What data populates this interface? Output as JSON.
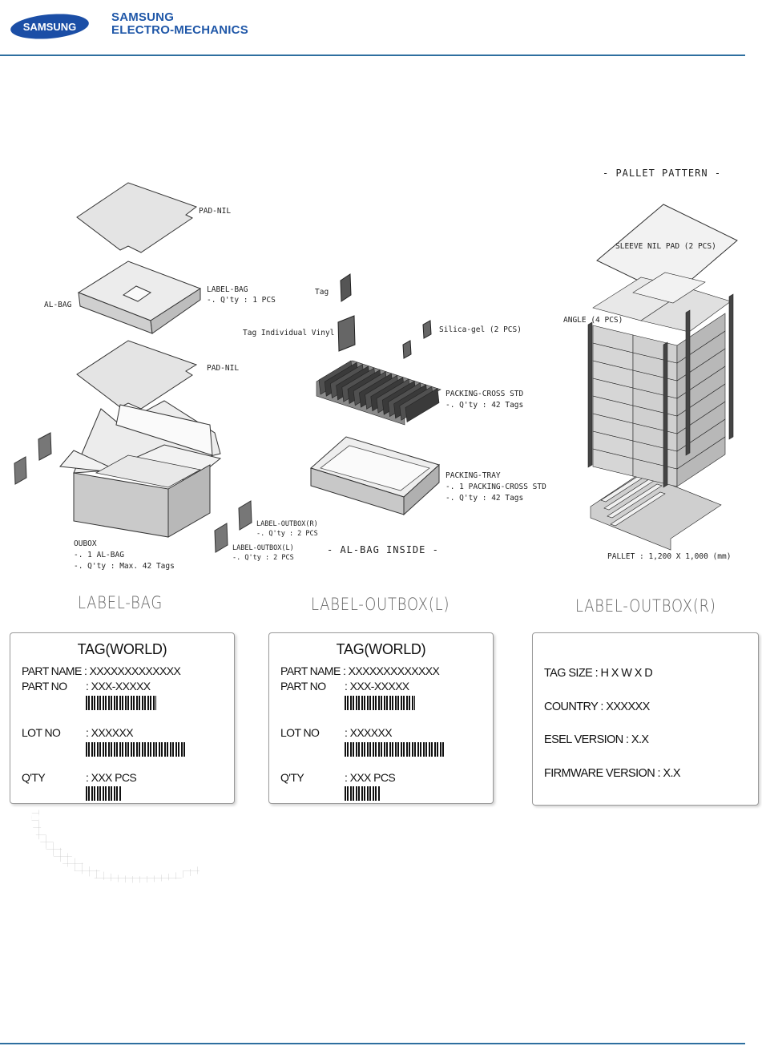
{
  "header": {
    "logo_text": "SAMSUNG",
    "brand_line1": "SAMSUNG",
    "brand_line2": "ELECTRO-MECHANICS"
  },
  "diagram": {
    "pallet_pattern": "- PALLET PATTERN -",
    "al_bag_inside": "- AL-BAG INSIDE -",
    "pad_nil_1": "PAD-NIL",
    "al_bag": "AL-BAG",
    "label_bag": "LABEL-BAG",
    "label_bag_qty": "-. Q'ty : 1 PCS",
    "pad_nil_2": "PAD-NIL",
    "tag": "Tag",
    "tag_vinyl": "Tag Individual Vinyl",
    "silica_gel": "Silica-gel (2 PCS)",
    "packing_cross": "PACKING-CROSS STD",
    "packing_cross_qty": "-. Q'ty : 42 Tags",
    "packing_tray": "PACKING-TRAY",
    "packing_tray_line1": "-. 1 PACKING-CROSS STD",
    "packing_tray_line2": "-. Q'ty : 42 Tags",
    "oubox": "OUBOX",
    "oubox_line1": "-. 1 AL-BAG",
    "oubox_line2": "-. Q'ty : Max. 42 Tags",
    "label_outbox_r": "LABEL-OUTBOX(R)",
    "label_outbox_r_qty": "-. Q'ty : 2 PCS",
    "label_outbox_l": "LABEL-OUTBOX(L)",
    "label_outbox_l_qty": "-. Q'ty : 2 PCS",
    "sleeve": "SLEEVE NIL PAD (2 PCS)",
    "angle": "ANGLE (4 PCS)",
    "pallet": "PALLET : 1,200 X 1,000 (mm)"
  },
  "labels": {
    "bag_title": "LABEL-BAG",
    "outbox_l_title": "LABEL-OUTBOX(L)",
    "outbox_r_title": "LABEL-OUTBOX(R)",
    "tag_card": {
      "heading": "TAG(WORLD)",
      "part_name": "PART NAME : XXXXXXXXXXXXX",
      "part_no_label": "PART NO",
      "part_no_value": ": XXX-XXXXX",
      "lot_no_label": "LOT NO",
      "lot_no_value": ": XXXXXX",
      "qty_label": "Q'TY",
      "qty_value": ": XXX PCS"
    },
    "r_card": {
      "tag_size": "TAG SIZE  : H X W X D",
      "country": "COUNTRY : XXXXXX",
      "esel": "ESEL VERSION : X.X",
      "firmware": "FIRMWARE VERSION : X.X"
    }
  }
}
